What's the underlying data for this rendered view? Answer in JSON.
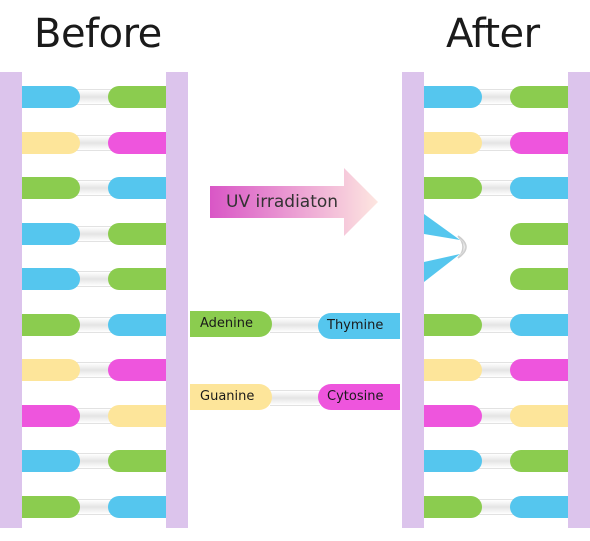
{
  "titles": {
    "before": "Before",
    "after": "After"
  },
  "arrow": {
    "label": "UV irradiaton"
  },
  "legend": {
    "adenine": "Adenine",
    "thymine": "Thymine",
    "guanine": "Guanine",
    "cytosine": "Cytosine"
  },
  "colors": {
    "adenine": "#8bcc4f",
    "thymine": "#55c6ee",
    "guanine": "#fde59a",
    "cytosine": "#ee55dd",
    "backbone": "#dcc4ec",
    "arrow_start": "#d956c6",
    "arrow_end": "#fde6e0"
  },
  "before_pairs": [
    [
      "T",
      "A"
    ],
    [
      "G",
      "C"
    ],
    [
      "A",
      "T"
    ],
    [
      "T",
      "A"
    ],
    [
      "T",
      "A"
    ],
    [
      "A",
      "T"
    ],
    [
      "G",
      "C"
    ],
    [
      "C",
      "G"
    ],
    [
      "T",
      "A"
    ],
    [
      "A",
      "T"
    ]
  ],
  "after_pairs": [
    [
      "T",
      "A"
    ],
    [
      "G",
      "C"
    ],
    [
      "A",
      "T"
    ],
    [
      "T*",
      "A"
    ],
    [
      "T*",
      "A"
    ],
    [
      "A",
      "T"
    ],
    [
      "G",
      "C"
    ],
    [
      "C",
      "G"
    ],
    [
      "T",
      "A"
    ],
    [
      "A",
      "T"
    ]
  ],
  "annotations": {
    "thymine_dimer": "thymine-dimer"
  }
}
